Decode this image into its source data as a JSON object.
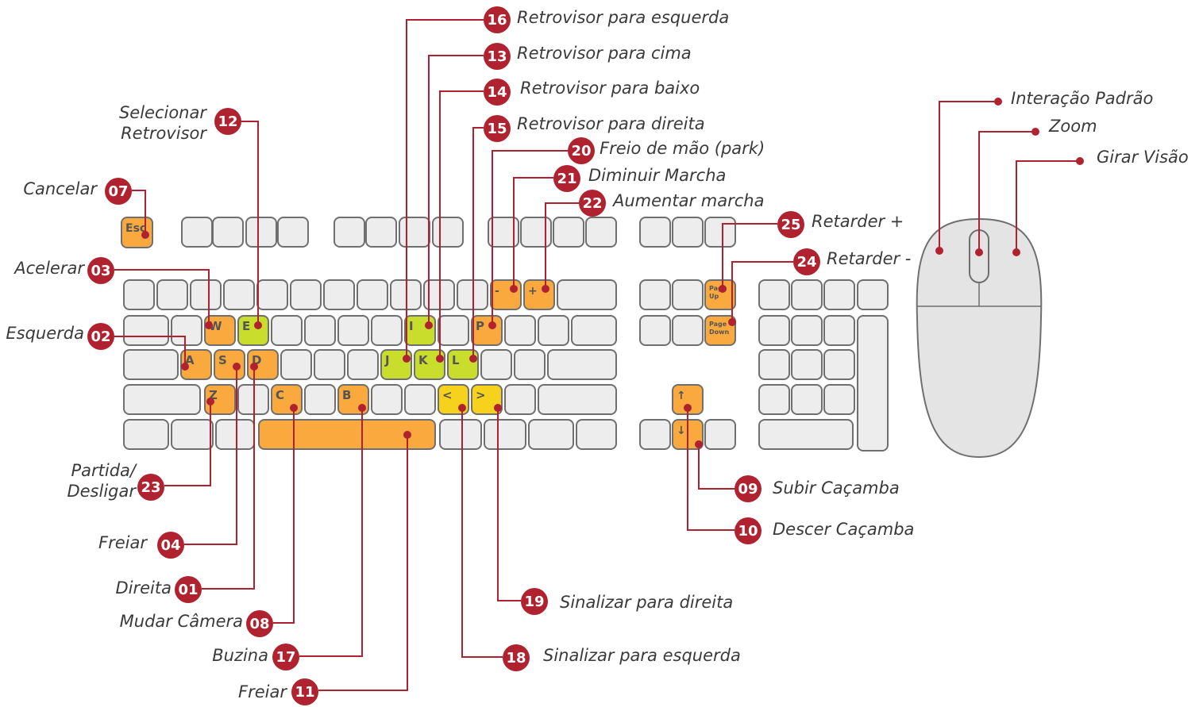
{
  "colors": {
    "key_gray": "#ededed",
    "key_border": "#6f6f6f",
    "orange": "#f9a93e",
    "lime": "#c9dd2c",
    "yellow": "#f6d21c",
    "red": "#b0222f",
    "mouse": "#e4e4e4"
  },
  "keys": {
    "esc": "Esc",
    "w": "W",
    "e": "E",
    "i": "I",
    "p": "P",
    "a": "A",
    "s": "S",
    "d": "D",
    "j": "J",
    "k": "K",
    "l": "L",
    "z": "Z",
    "c": "C",
    "b": "B",
    "lt": "<",
    "gt": ">",
    "minus": "-",
    "plus": "+",
    "pgup": "Page Up",
    "pgdn": "Page Down",
    "up": "↑",
    "down": "↓"
  },
  "callouts": [
    {
      "num": "16",
      "text": "Retrovisor para esquerda"
    },
    {
      "num": "13",
      "text": "Retrovisor para cima"
    },
    {
      "num": "14",
      "text": "Retrovisor para baixo"
    },
    {
      "num": "15",
      "text": "Retrovisor para direita"
    },
    {
      "num": "20",
      "text": "Freio de mão (park)"
    },
    {
      "num": "21",
      "text": "Diminuir Marcha"
    },
    {
      "num": "22",
      "text": "Aumentar marcha"
    },
    {
      "num": "25",
      "text": "Retarder +"
    },
    {
      "num": "24",
      "text": "Retarder -"
    },
    {
      "num": "12",
      "text": "Selecionar Retrovisor",
      "line1": "Selecionar",
      "line2": "Retrovisor"
    },
    {
      "num": "07",
      "text": "Cancelar"
    },
    {
      "num": "03",
      "text": "Acelerar"
    },
    {
      "num": "02",
      "text": "Esquerda"
    },
    {
      "num": "23",
      "text": "Partida/ Desligar",
      "line1": "Partida/",
      "line2": "Desligar"
    },
    {
      "num": "04",
      "text": "Freiar"
    },
    {
      "num": "01",
      "text": "Direita"
    },
    {
      "num": "08",
      "text": "Mudar Câmera"
    },
    {
      "num": "17",
      "text": "Buzina"
    },
    {
      "num": "11",
      "text": "Freiar"
    },
    {
      "num": "18",
      "text": "Sinalizar para esquerda"
    },
    {
      "num": "19",
      "text": "Sinalizar para direita"
    },
    {
      "num": "09",
      "text": "Subir Caçamba"
    },
    {
      "num": "10",
      "text": "Descer Caçamba"
    }
  ],
  "mouse": {
    "left": "Interação Padrão",
    "wheel": "Zoom",
    "right": "Girar Visão"
  }
}
